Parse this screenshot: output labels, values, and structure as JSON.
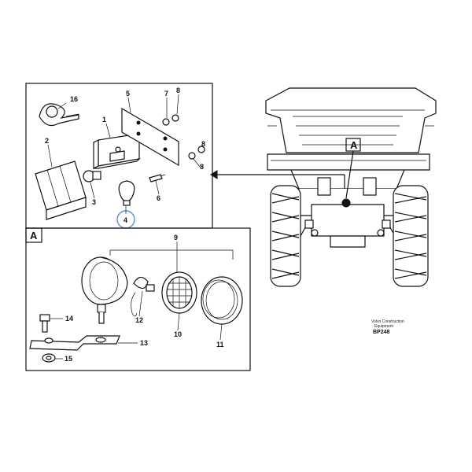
{
  "diagram": {
    "callout_letter": "A",
    "highlight_color": "#5b8fd6",
    "caption_line1": "Volvo Construction",
    "caption_line2": "Equipment",
    "drawing_code": "BP248",
    "top_panel_labels": {
      "p1": "1",
      "p2": "2",
      "p3": "3",
      "p4": "4",
      "p5": "5",
      "p6": "6",
      "p7": "7",
      "p8a": "8",
      "p8b": "8",
      "p16": "16"
    },
    "detail_panel_labels": {
      "p9": "9",
      "p10": "10",
      "p11": "11",
      "p12": "12",
      "p13": "13",
      "p14": "14",
      "p15": "15"
    }
  }
}
